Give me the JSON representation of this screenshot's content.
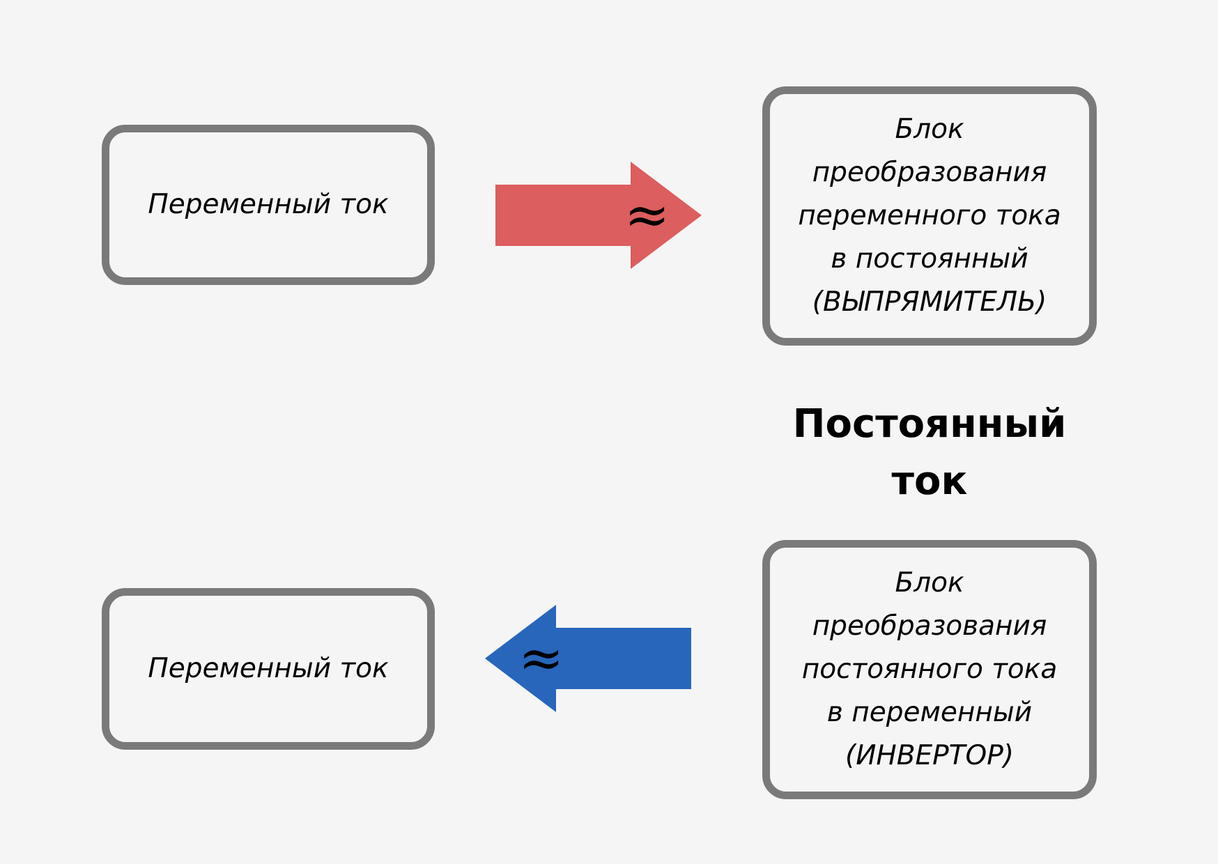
{
  "colors": {
    "background": "#f5f5f5",
    "box_border": "#7a7a7a",
    "arrow_forward": "#dc5e5e",
    "arrow_backward": "#2766bb"
  },
  "icons": {
    "tilde_right": "approx-symbol-icon",
    "tilde_left": "approx-symbol-icon"
  },
  "tilde_symbol": "≈",
  "top_row": {
    "source_label": "Переменный ток",
    "rectifier_lines": [
      "Блок",
      "преобразования",
      "переменного тока",
      "в постоянный",
      "(ВЫПРЯМИТЕЛЬ)"
    ]
  },
  "middle": {
    "dc_lines": [
      "Постоянный",
      "ток"
    ]
  },
  "bottom_row": {
    "output_label": "Переменный ток",
    "inverter_lines": [
      "Блок",
      "преобразования",
      "постоянного тока",
      "в переменный",
      "(ИНВЕРТОР)"
    ]
  }
}
